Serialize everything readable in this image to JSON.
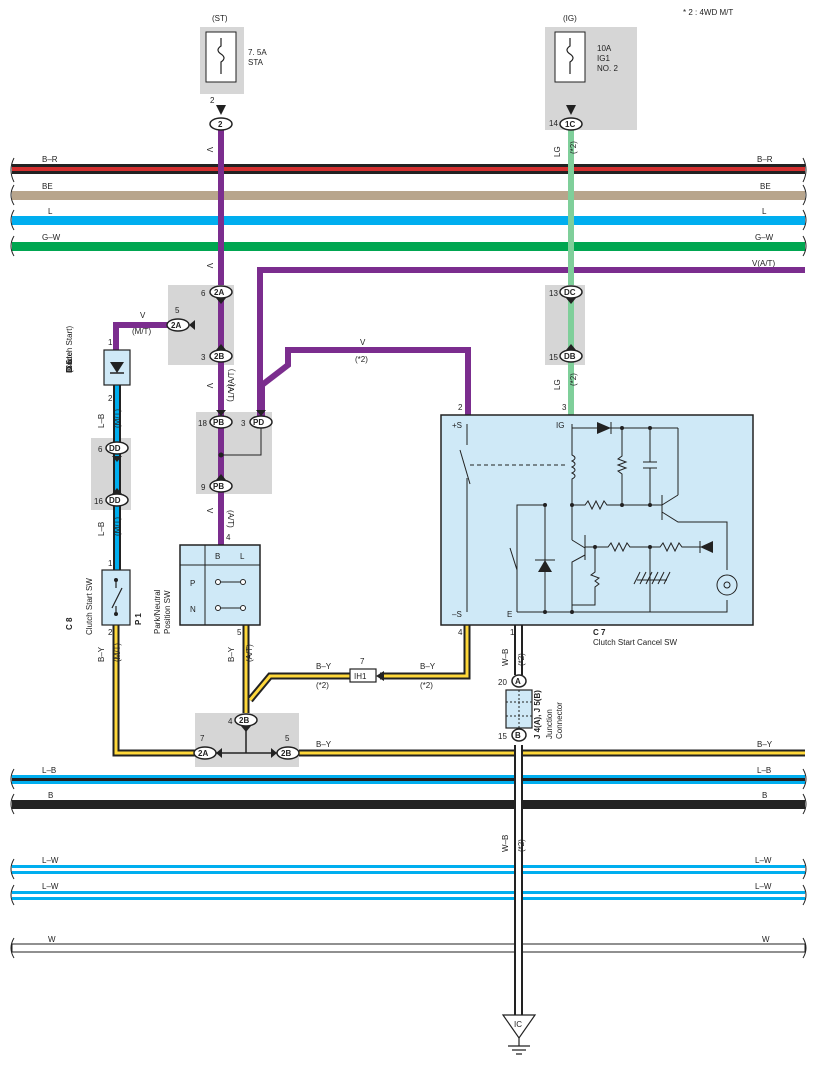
{
  "note": "* 2 : 4WD M/T",
  "fuses": [
    {
      "source": "(ST)",
      "rating": "7. 5A",
      "name": "STA",
      "pin": "2",
      "connector": "2"
    },
    {
      "source": "(IG)",
      "rating": "10A",
      "name": "IG1",
      "name2": "NO. 2",
      "pin": "14",
      "connector": "1C"
    }
  ],
  "buses": [
    {
      "left": "B–R",
      "right": "B–R",
      "color": "#d32f2f"
    },
    {
      "left": "BE",
      "right": "BE",
      "color": "#b8a58c"
    },
    {
      "left": "L",
      "right": "L",
      "color": "#00aeef"
    },
    {
      "left": "G–W",
      "right": "G–W",
      "color": "#00a651"
    },
    {
      "right": "V(A/T)",
      "color": "#7b2d8e"
    },
    {
      "left": "L–B",
      "right": "L–B",
      "color": "#00aeef"
    },
    {
      "left": "B",
      "right": "B",
      "color": "#222222"
    },
    {
      "left": "L–W",
      "right": "L–W",
      "color": "#00aeef"
    },
    {
      "left": "L–W",
      "right": "L–W",
      "color": "#00aeef"
    },
    {
      "left": "W",
      "right": "W",
      "color": "#ffffff"
    }
  ],
  "wires": {
    "v": "V",
    "mt": "(M/T)",
    "at": "(A/T)",
    "vat": "V(A/T)",
    "star2": "(*2)",
    "lg": "LG",
    "lb": "L–B",
    "by": "B–Y",
    "wb": "W–B"
  },
  "connectors": {
    "c2a_top": "2A",
    "c2a_left": "2A",
    "c2b_mid": "2B",
    "pb_top": "PB",
    "pd": "PD",
    "pb_bot": "PB",
    "dc": "DC",
    "db": "DB",
    "dd_top": "DD",
    "dd_bot": "DD",
    "c2b_low": "2B",
    "c2a_low": "2A",
    "c2b_low_r": "2B",
    "ih1": "IH1",
    "ja": "A",
    "jb": "B",
    "ground": "IC"
  },
  "pins": {
    "p6": "6",
    "p5": "5",
    "p3": "3",
    "p18": "18",
    "p3b": "3",
    "p9": "9",
    "p4": "4",
    "p13": "13",
    "p15": "15",
    "p1": "1",
    "p2": "2",
    "p6b": "6",
    "p16": "16",
    "p1b": "1",
    "p2b": "2",
    "p5b": "5",
    "p4b": "4",
    "p7": "7",
    "p5c": "5",
    "p7b": "7",
    "p20": "20",
    "p15b": "15",
    "p1c": "1",
    "p2c": "2",
    "p3c": "3",
    "p4c": "4"
  },
  "components": {
    "d6": {
      "id": "D 6",
      "name": "Diode",
      "sub": "(Clutch Start)"
    },
    "c8": {
      "id": "C 8",
      "name": "Clutch Start SW"
    },
    "p1": {
      "id": "P 1",
      "name": "Park/Neutral",
      "sub": "Position SW",
      "headers": [
        "B",
        "L"
      ],
      "rows": [
        "P",
        "N"
      ]
    },
    "c7": {
      "id": "C 7",
      "name": "Clutch Start Cancel SW",
      "terminals": [
        "+S",
        "IG",
        "–S",
        "E"
      ]
    },
    "j": {
      "id": "J 4(A), J 5(B)",
      "name": "Junction",
      "sub": "Connector"
    }
  }
}
